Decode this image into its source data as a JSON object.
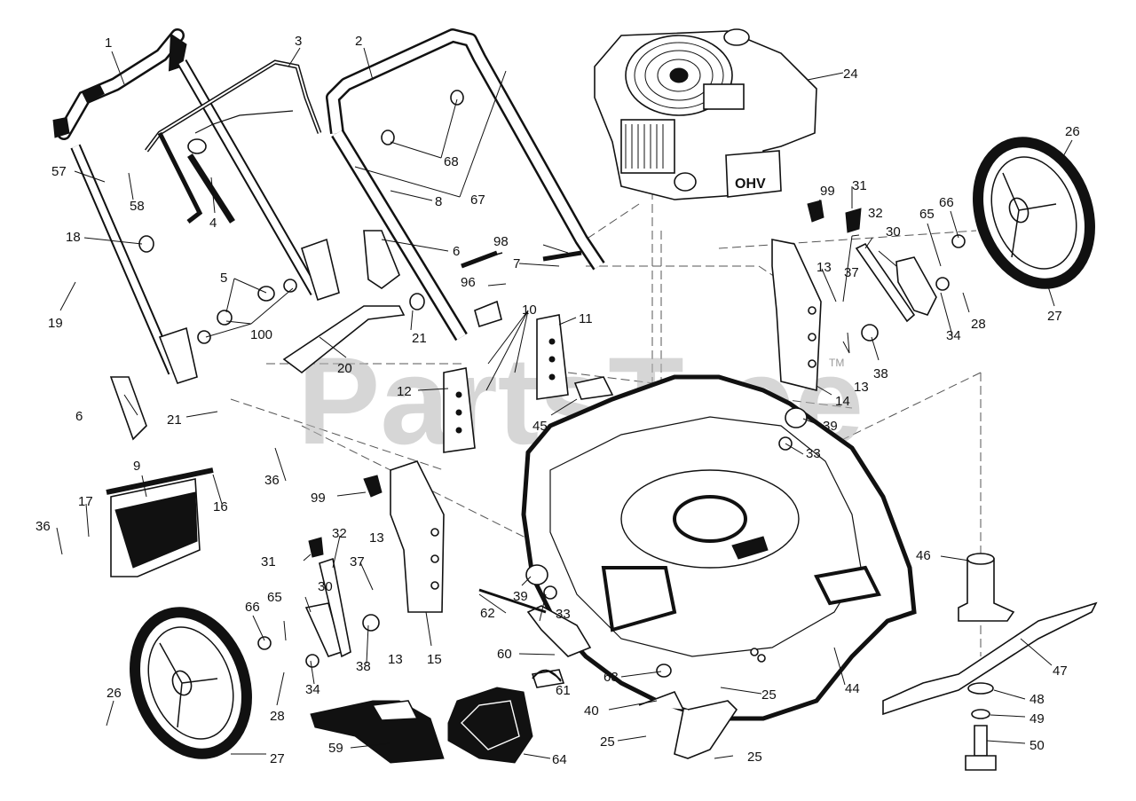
{
  "watermark": {
    "text": "PartsTree",
    "trademark": "TM"
  },
  "engine_badge": "OHV",
  "callouts": [
    "1",
    "2",
    "3",
    "4",
    "5",
    "6",
    "6",
    "7",
    "8",
    "9",
    "10",
    "11",
    "12",
    "13",
    "13",
    "13",
    "13",
    "14",
    "15",
    "16",
    "17",
    "18",
    "19",
    "20",
    "21",
    "21",
    "24",
    "25",
    "25",
    "25",
    "26",
    "26",
    "27",
    "27",
    "28",
    "28",
    "30",
    "30",
    "31",
    "31",
    "32",
    "32",
    "33",
    "33",
    "34",
    "34",
    "36",
    "36",
    "37",
    "37",
    "38",
    "38",
    "39",
    "39",
    "40",
    "44",
    "45",
    "46",
    "47",
    "48",
    "49",
    "50",
    "57",
    "58",
    "59",
    "60",
    "61",
    "62",
    "63",
    "64",
    "65",
    "65",
    "66",
    "66",
    "67",
    "68",
    "96",
    "98",
    "99",
    "99",
    "100"
  ]
}
